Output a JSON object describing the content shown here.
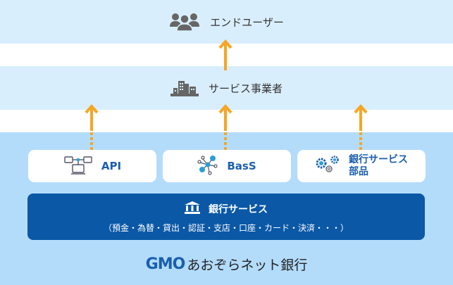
{
  "colors": {
    "band_light": "#d9eefd",
    "band_white": "#ffffff",
    "band_blue": "#b3dcfb",
    "arrow": "#f5a623",
    "bank_box": "#0a58a6",
    "box_text": "#1a5fae"
  },
  "tiers": {
    "end_user": {
      "label": "エンドユーザー",
      "icon": "users-icon"
    },
    "service_provider": {
      "label": "サービス事業者",
      "icon": "buildings-icon"
    }
  },
  "components": [
    {
      "label": "API",
      "icon": "network-devices-icon"
    },
    {
      "label": "BasS",
      "icon": "molecule-nodes-icon"
    },
    {
      "label_line1": "銀行サービス",
      "label_line2": "部品",
      "icon": "gears-icon"
    }
  ],
  "bank_service": {
    "title": "銀行サービス",
    "subtitle": "（預金・為替・貸出・認証・支店・口座・カード・決済・・・）",
    "icon": "bank-icon"
  },
  "footer": {
    "logo_mark": "GMO",
    "logo_text": "あおぞらネット銀行"
  }
}
